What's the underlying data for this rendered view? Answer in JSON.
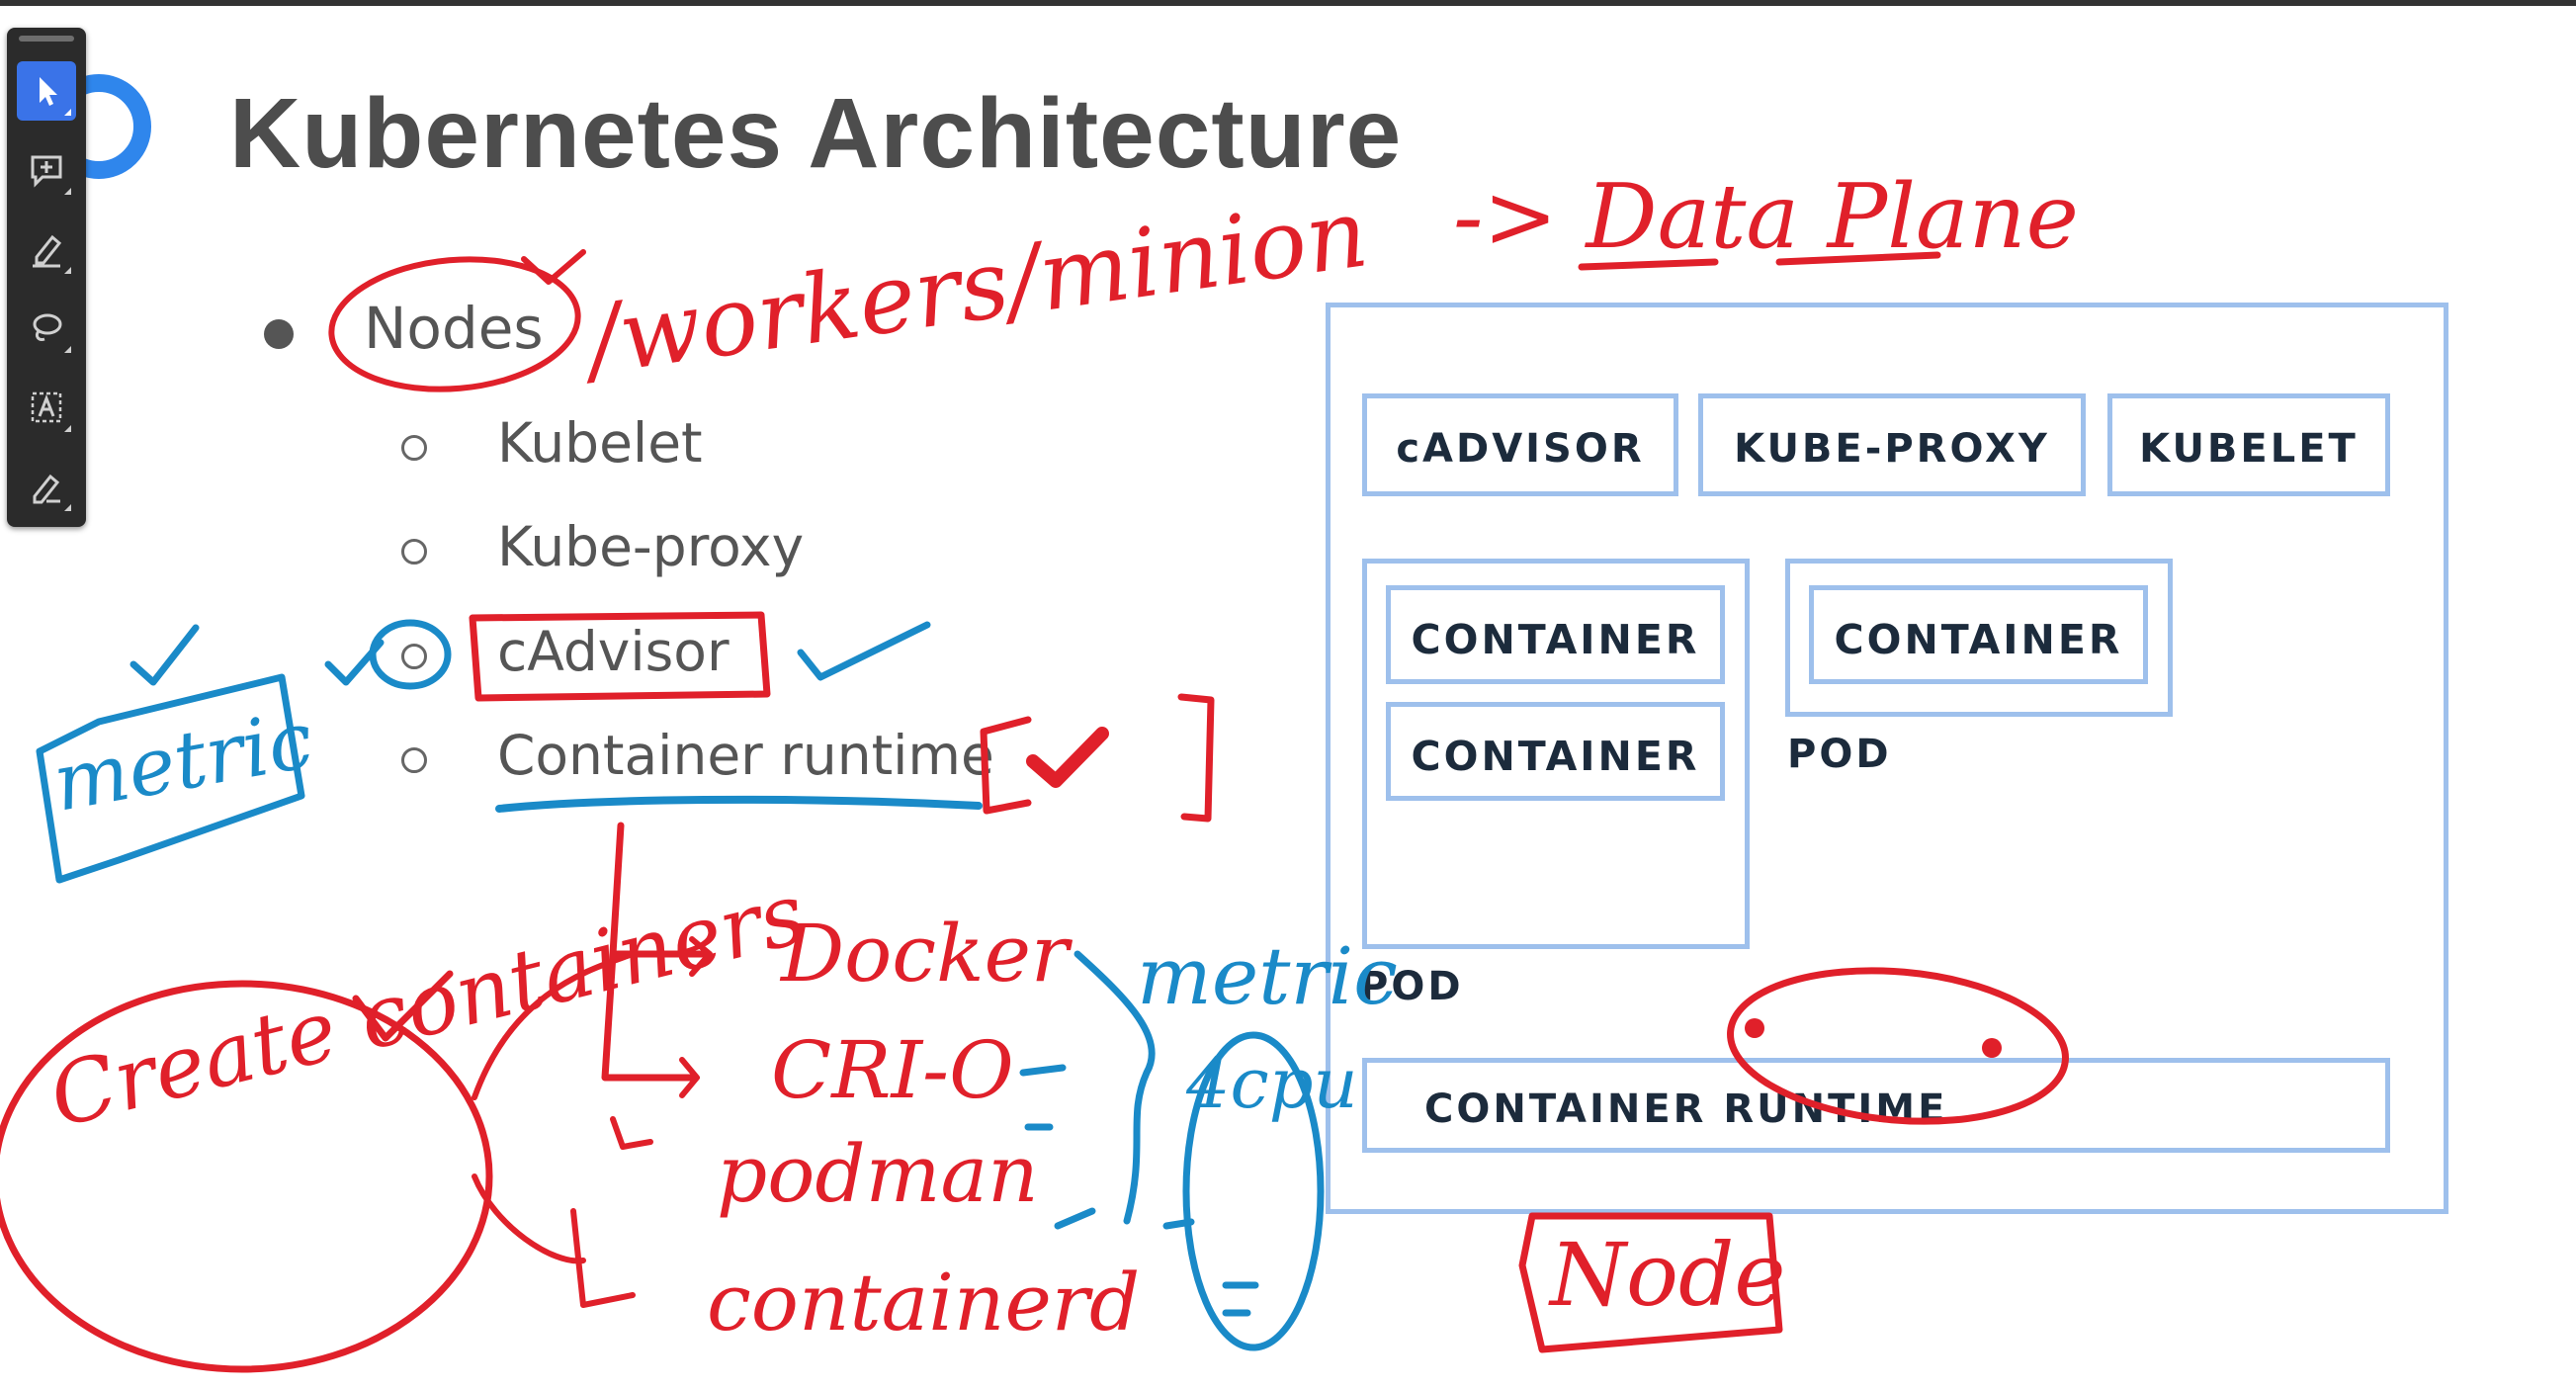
{
  "slide": {
    "title": "Kubernetes Architecture",
    "bullet": "Nodes",
    "sub_items": [
      "Kubelet",
      "Kube-proxy",
      "cAdvisor",
      "Container runtime"
    ]
  },
  "diagram": {
    "top_components": [
      "cADVISOR",
      "KUBE-PROXY",
      "KUBELET"
    ],
    "container_label": "CONTAINER",
    "pod_label": "POD",
    "runtime_label": "CONTAINER RUNTIME"
  },
  "annotations": {
    "workers_note": "/workers/minion",
    "data_plane_note": "-> Data Plane",
    "metric_box_note": "metric",
    "runtimes": [
      "Docker",
      "CRI-O",
      "podman",
      "containerd"
    ],
    "metric_side_note": "metric",
    "metric_side_detail": "4cpu",
    "create_containers_note": "Create containers",
    "node_note": "Node"
  },
  "toolbar": {
    "tools": [
      {
        "icon": "select-arrow-icon",
        "active": true
      },
      {
        "icon": "add-comment-icon",
        "active": false
      },
      {
        "icon": "highlighter-pen-icon",
        "active": false
      },
      {
        "icon": "lasso-icon",
        "active": false
      },
      {
        "icon": "text-box-icon",
        "active": false
      },
      {
        "icon": "eraser-pen-icon",
        "active": false
      }
    ]
  },
  "colors": {
    "accent": "#3a73e8",
    "ink_red": "#e0202a",
    "ink_blue": "#1a8ac8",
    "diagram_border": "#9ec0ec",
    "logo_blue": "#2f86ec"
  }
}
